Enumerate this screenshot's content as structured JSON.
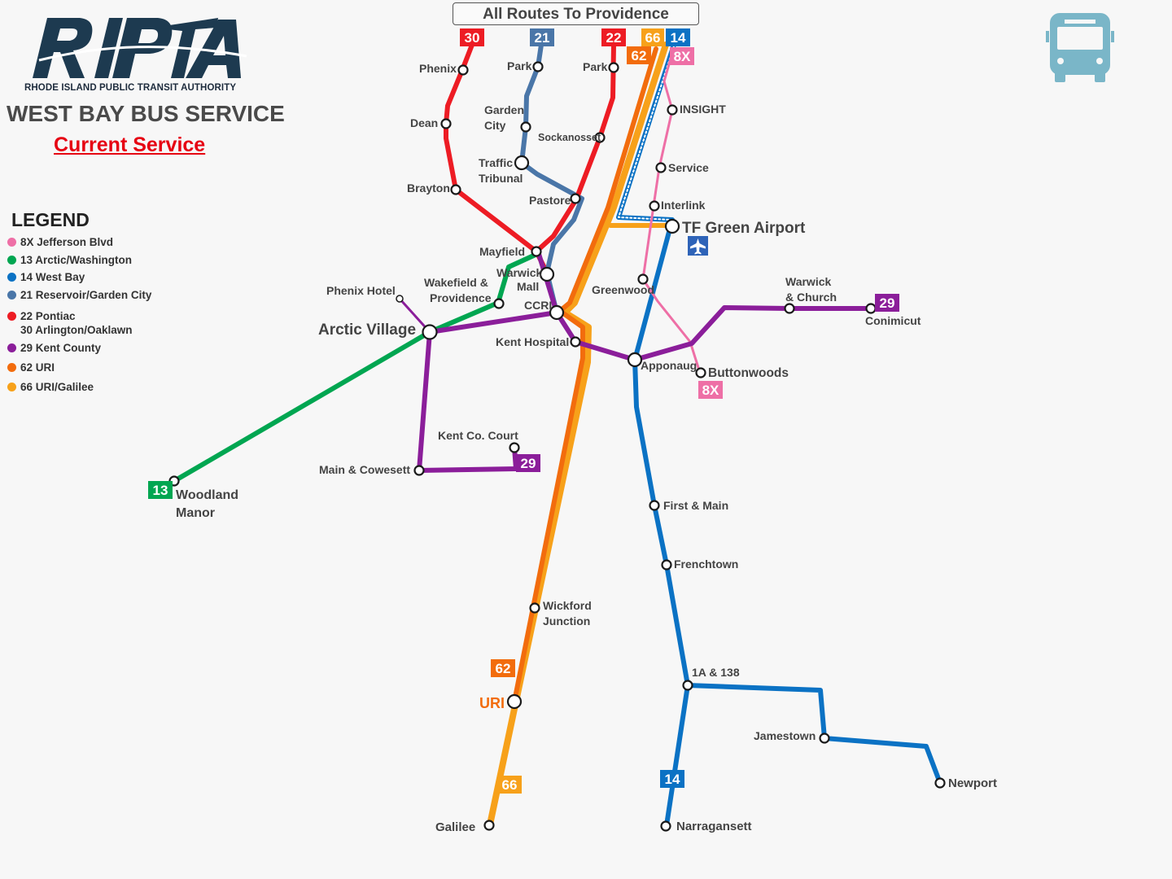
{
  "header": {
    "title": "All Routes To Providence"
  },
  "branding": {
    "logo_text": "RIPTA",
    "authority_name": "RHODE ISLAND PUBLIC TRANSIT AUTHORITY",
    "service_title": "WEST BAY BUS SERVICE",
    "service_subtitle": "Current Service",
    "logo_color": "#1d3a50"
  },
  "legend": {
    "title": "LEGEND",
    "items": [
      {
        "label": "8X Jefferson Blvd",
        "color": "#ee6fa6"
      },
      {
        "label": "13 Arctic/Washington",
        "color": "#00a651"
      },
      {
        "label": "14 West Bay",
        "color": "#0b72c4"
      },
      {
        "label": "21 Reservoir/Garden City",
        "color": "#4a76a8"
      },
      {
        "label": "22 Pontiac",
        "label2": "30 Arlington/Oaklawn",
        "color": "#ed1c24"
      },
      {
        "label": "29 Kent County",
        "color": "#8b1e9a"
      },
      {
        "label": "62 URI",
        "color": "#f26c0d"
      },
      {
        "label": "66 URI/Galilee",
        "color": "#f7a11a"
      }
    ]
  },
  "route_colors": {
    "r8x": "#ee6fa6",
    "r13": "#00a651",
    "r14": "#0b72c4",
    "r21": "#4a76a8",
    "r22": "#ed1c24",
    "r30": "#ed1c24",
    "r29": "#8b1e9a",
    "r62": "#f26c0d",
    "r66": "#f7a11a"
  },
  "route_badges": {
    "b30": "30",
    "b21": "21",
    "b22": "22",
    "b66top": "66",
    "b14top": "14",
    "b62top": "62",
    "b8xtop": "8X",
    "b29right": "29",
    "b8xbottom": "8X",
    "b29court": "29",
    "b13": "13",
    "b62uri": "62",
    "b66galilee": "66",
    "b14south": "14"
  },
  "stops": {
    "phenix": "Phenix",
    "dean": "Dean",
    "brayton": "Brayton",
    "park21": "Park",
    "garden": "Garden",
    "city": "City",
    "traffic": "Traffic",
    "tribunal": "Tribunal",
    "park22": "Park",
    "sockanosset": "Sockanosset",
    "pastore": "Pastore",
    "insight": "INSIGHT",
    "service": "Service",
    "interlink": "Interlink",
    "tfgreen": "TF Green Airport",
    "mayfield": "Mayfield",
    "warwick": "Warwick",
    "mall": "Mall",
    "wakefield": "Wakefield &",
    "providence": "Providence",
    "phenixhotel": "Phenix Hotel",
    "ccri": "CCRI",
    "greenwood": "Greenwood",
    "warwickc": "Warwick",
    "church": "& Church",
    "conimicut": "Conimicut",
    "arcticvillage": "Arctic Village",
    "kenthospital": "Kent Hospital",
    "apponaug": "Apponaug",
    "buttonwoods": "Buttonwoods",
    "kentcourt": "Kent Co. Court",
    "maincowesett": "Main & Cowesett",
    "woodland": "Woodland",
    "manor": "Manor",
    "firstmain": "First & Main",
    "frenchtown": "Frenchtown",
    "wickford": "Wickford",
    "junction": "Junction",
    "uri": "URI",
    "a138": "1A & 138",
    "jamestown": "Jamestown",
    "newport": "Newport",
    "galilee": "Galilee",
    "narragansett": "Narragansett"
  },
  "icons": {
    "airport": "airplane-icon",
    "bus": "bus-icon"
  }
}
